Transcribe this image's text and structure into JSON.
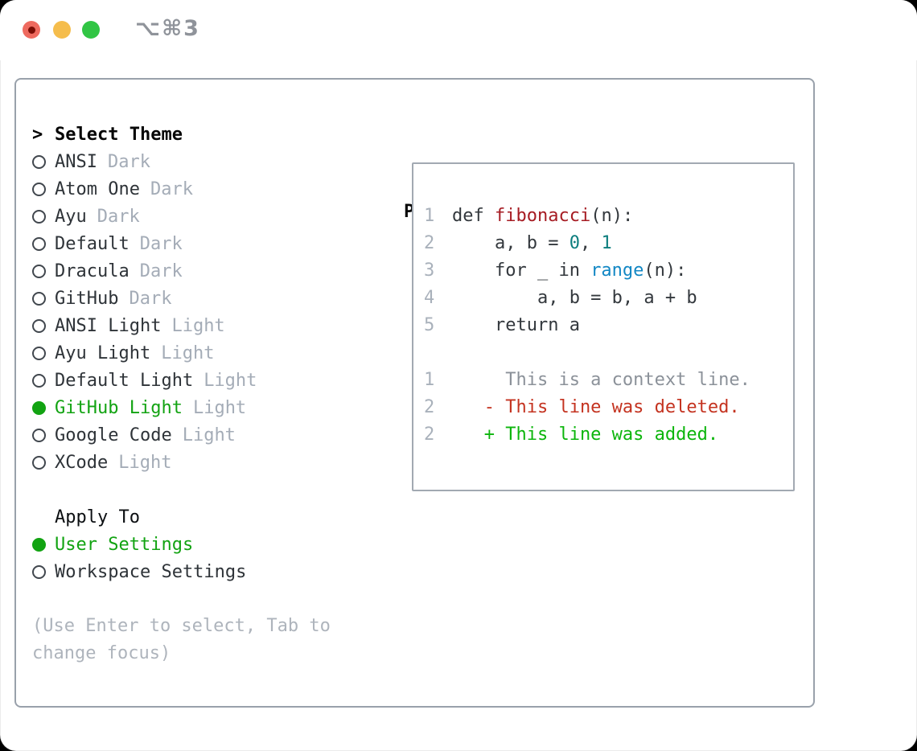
{
  "titlebar": {
    "shortcut": "⌥⌘3"
  },
  "selector": {
    "header_prefix": ">",
    "header_label": "Select Theme",
    "themes": [
      {
        "name": "ANSI",
        "tag": "Dark",
        "selected": false
      },
      {
        "name": "Atom One",
        "tag": "Dark",
        "selected": false
      },
      {
        "name": "Ayu",
        "tag": "Dark",
        "selected": false
      },
      {
        "name": "Default",
        "tag": "Dark",
        "selected": false
      },
      {
        "name": "Dracula",
        "tag": "Dark",
        "selected": false
      },
      {
        "name": "GitHub",
        "tag": "Dark",
        "selected": false
      },
      {
        "name": "ANSI Light",
        "tag": "Light",
        "selected": false
      },
      {
        "name": "Ayu Light",
        "tag": "Light",
        "selected": false
      },
      {
        "name": "Default Light",
        "tag": "Light",
        "selected": false
      },
      {
        "name": "GitHub Light",
        "tag": "Light",
        "selected": true
      },
      {
        "name": "Google Code",
        "tag": "Light",
        "selected": false
      },
      {
        "name": "XCode",
        "tag": "Light",
        "selected": false
      }
    ],
    "apply_to_label": "Apply To",
    "apply_options": [
      {
        "name": "User Settings",
        "selected": true
      },
      {
        "name": "Workspace Settings",
        "selected": false
      }
    ],
    "hint_lines": [
      "(Use Enter to select, Tab to",
      "change focus)"
    ]
  },
  "preview": {
    "header": "Preview",
    "code_lines": [
      {
        "num": "1",
        "segments": [
          {
            "text": "def ",
            "color": "code"
          },
          {
            "text": "fibonacci",
            "color": "function"
          },
          {
            "text": "(n):",
            "color": "code"
          }
        ]
      },
      {
        "num": "2",
        "segments": [
          {
            "text": "    a, b = ",
            "color": "code"
          },
          {
            "text": "0",
            "color": "number"
          },
          {
            "text": ", ",
            "color": "code"
          },
          {
            "text": "1",
            "color": "number"
          }
        ]
      },
      {
        "num": "3",
        "segments": [
          {
            "text": "    for _ in ",
            "color": "code"
          },
          {
            "text": "range",
            "color": "builtin"
          },
          {
            "text": "(n):",
            "color": "code"
          }
        ]
      },
      {
        "num": "4",
        "segments": [
          {
            "text": "        a, b = b, a + b",
            "color": "code"
          }
        ]
      },
      {
        "num": "5",
        "segments": [
          {
            "text": "    return a",
            "color": "code"
          }
        ]
      },
      {
        "num": "",
        "segments": []
      },
      {
        "num": "1",
        "segments": [
          {
            "text": "     This is a context line.",
            "color": "context"
          }
        ]
      },
      {
        "num": "2",
        "segments": [
          {
            "text": "   - This line was deleted.",
            "color": "deleted"
          }
        ]
      },
      {
        "num": "2",
        "segments": [
          {
            "text": "   + This line was added.",
            "color": "added"
          }
        ]
      }
    ]
  },
  "colors": {
    "code": "#33383d",
    "function": "#a61c23",
    "number": "#0d7e7e",
    "builtin": "#1287c4",
    "context": "#8b9199",
    "deleted": "#c43320",
    "added": "#0cb50c",
    "accent_green": "#12a312",
    "name_text": "#2e3338",
    "tag_gray": "#a4acb7",
    "hint_gray": "#aeb4bc",
    "line_number_gray": "#a9b1bb",
    "panel_border": "#99a1ab",
    "preview_border": "#a2a9b2",
    "title_gray": "#8f939a",
    "traffic_red": "#ee6a5f",
    "traffic_red_dot": "#7a0d05",
    "traffic_yellow": "#f5bd4c",
    "traffic_green": "#31c544"
  }
}
